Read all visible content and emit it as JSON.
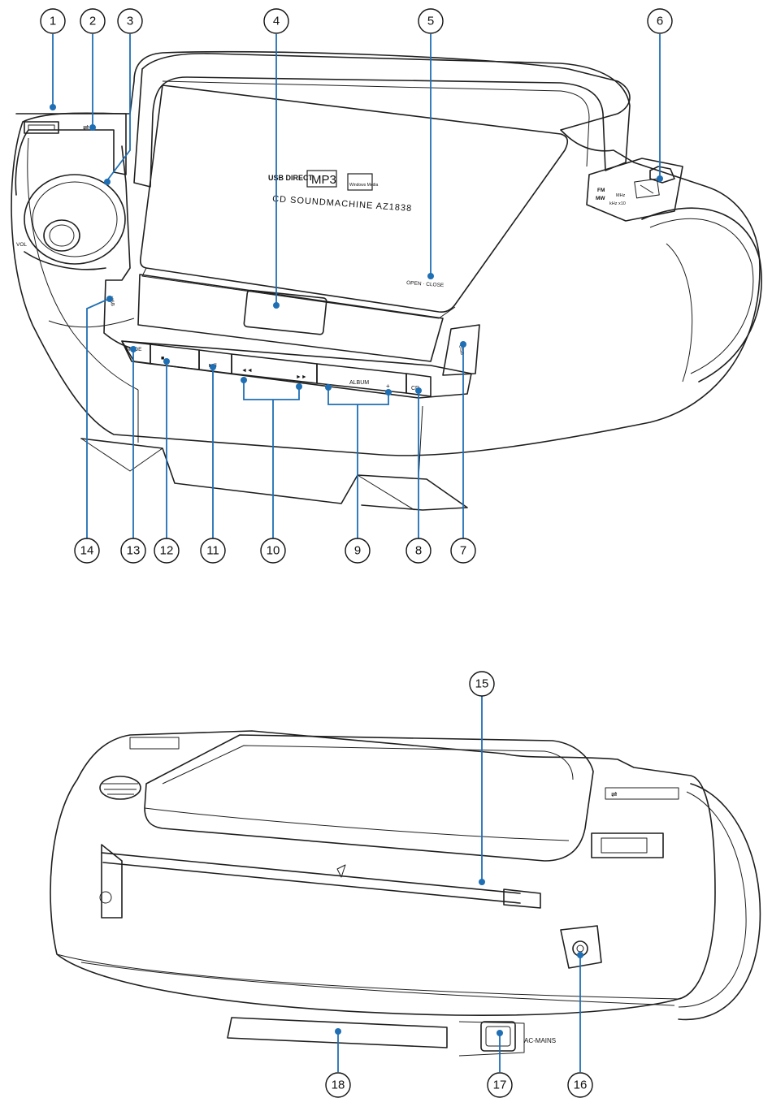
{
  "callouts": [
    "1",
    "2",
    "3",
    "4",
    "5",
    "6",
    "7",
    "8",
    "9",
    "10",
    "11",
    "12",
    "13",
    "14",
    "15",
    "16",
    "17",
    "18"
  ],
  "front_labels": {
    "usb_direct": "USB DIRECT",
    "mp3": "MP3",
    "wma": "Windows Media",
    "model": "CD SOUNDMACHINE AZ1838",
    "open_close": "OPEN · CLOSE",
    "vol": "VOL",
    "mode": "MODE",
    "album": "ALBUM",
    "album_minus": "−",
    "album_plus": "+",
    "cd": "CD",
    "usb": "USB",
    "fm": "FM",
    "mw": "MW",
    "mhz": "MHz",
    "khz": "kHz x10",
    "stop": "■",
    "play_pause": "►II",
    "prev": "◄◄",
    "next": "►►"
  },
  "back_labels": {
    "ac_mains": "AC-MAINS"
  },
  "colors": {
    "callout": "#1f6fb4",
    "line": "#1f1f1f"
  }
}
